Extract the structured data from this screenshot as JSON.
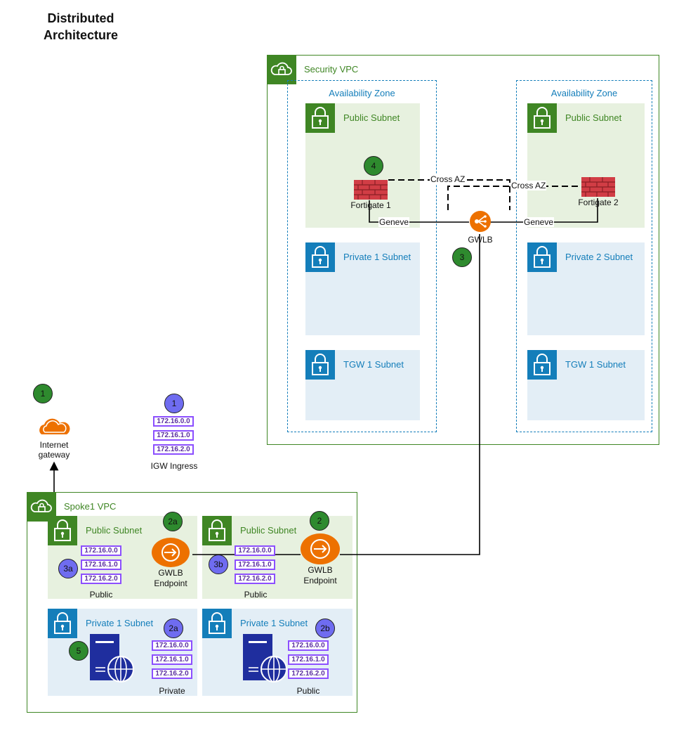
{
  "title": "Distributed Architecture",
  "security_vpc": {
    "label": "Security VPC",
    "az_left": {
      "label": "Availability Zone",
      "public": "Public Subnet",
      "private": "Private 1 Subnet",
      "tgw": "TGW 1 Subnet"
    },
    "az_right": {
      "label": "Availability Zone",
      "public": "Public Subnet",
      "private": "Private 2 Subnet",
      "tgw": "TGW 1 Subnet"
    }
  },
  "fortigate1": "Fortigate 1",
  "fortigate2": "Fortigate 2",
  "gwlb": "GWLB",
  "edge_labels": {
    "cross_az_1": "Cross AZ",
    "cross_az_2": "Cross AZ",
    "geneve_1": "Geneve",
    "geneve_2": "Geneve"
  },
  "internet_gateway": "Internet gateway",
  "igw_ingress": "IGW Ingress",
  "spoke_vpc": {
    "label": "Spoke1 VPC",
    "public_left": "Public Subnet",
    "public_right": "Public Subnet",
    "private_left": "Private 1 Subnet",
    "private_right": "Private 1 Subnet"
  },
  "endpoint_label": "GWLB Endpoint",
  "rt_labels": {
    "public_left": "Public",
    "public_right": "Public",
    "private_left": "Private",
    "private_right": "Public"
  },
  "routes": [
    "172.16.0.0",
    "172.16.1.0",
    "172.16.2.0"
  ],
  "badges": {
    "igw": "1",
    "ingress": "1",
    "gwlb": "3",
    "fortigate": "4",
    "endpoint_left": "2a",
    "endpoint_right": "2",
    "rt_public_left": "3a",
    "rt_public_right": "3b",
    "server_left": "5",
    "rt_private_left": "2a",
    "rt_private_right": "2b"
  },
  "colors": {
    "vpc_green": "#3f8624",
    "subnet_blue": "#147eba",
    "public_subnet_bg": "#e7f1df",
    "private_subnet_bg": "#e3eef6",
    "badge_green": "#2e8a2e",
    "badge_blue": "#6f6cf0",
    "route_table_purple": "#8c4fff",
    "aws_orange": "#ed7100",
    "firewall_red": "#d13d45",
    "server_navy": "#1f2e9e"
  },
  "icons": [
    "cloud-lock-icon",
    "padlock-icon",
    "firewall-icon",
    "load-balancer-icon",
    "internet-gateway-cloud-icon",
    "endpoint-icon",
    "server-globe-icon"
  ]
}
